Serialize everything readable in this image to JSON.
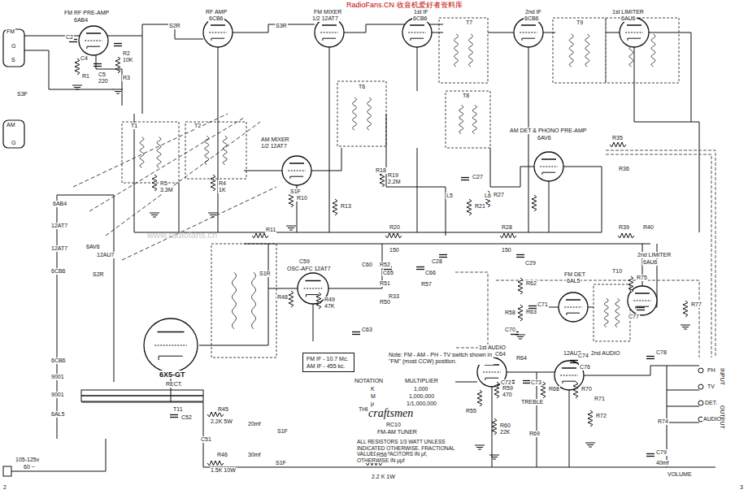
{
  "diagram": {
    "nodes": [
      {
        "text": [
          "FM IF - 10.7 Mc.",
          "AM IF - 455 kc."
        ]
      }
    ],
    "labels": [
      "RadioFans.CN 收音机爱好者资料库",
      "www.radiofans.cn",
      "FM RF PRE-AMP",
      "6AB4",
      "RF AMP",
      "6CB6",
      "FM MIXER",
      "1/2 12AT7",
      "1st IF",
      "6CB6",
      "2nd IF",
      "6CB6",
      "1st LIMITER",
      "6AU6",
      "T7",
      "T9",
      "T6",
      "T8",
      "T1",
      "T2",
      "AM MIXER",
      "1/2 12AT7",
      "AM DET & PHONO PRE-AMP",
      "6AV6",
      "FM",
      "G",
      "S",
      "AM",
      "G",
      "2nd LIMITER",
      "6AU6",
      "FM DET",
      "6AL5",
      "T10",
      "OSC-AFC 12AT7",
      "6X5-GT",
      "RECT.",
      "6AB4",
      "12AT7",
      "12AT7",
      "6CB6",
      "6CB6",
      "9001",
      "9001",
      "6AL5",
      "6AV6",
      "12AU7",
      "1st AUDIO",
      "12AU7",
      "2nd AUDIO",
      "PH",
      "TV",
      "DET.",
      "AUDIO",
      "INPUT",
      "OUTPUT",
      "VOLUME",
      "TREBLE",
      "Note: FM - AM - PH - TV switch shown in \"FM\" (most CCW) position.",
      "NOTATION",
      "MULTIPLIER",
      "K",
      "M",
      "μ",
      "1,000",
      "1,000,000",
      "1/1,000,000",
      "THE",
      "craftsmen",
      "RC10",
      "FM-AM TUNER",
      "ALL RESISTORS 1/3 WATT UNLESS INDICATED OTHERWISE. FRACTIONAL VALUED CAPACITORS IN μf, OTHERWISE IN μμf",
      "105-125v",
      "60 ~",
      "R45",
      "2.2K 5W",
      "R46",
      "1.5K 10W",
      "R56",
      "2.2 K 1W",
      "C51",
      "20mf",
      "30mf",
      "T11",
      "C52",
      "S2R",
      "S3R",
      "S1F",
      "S1R",
      "S1F",
      "S1F",
      "S3F",
      "S2R",
      "C2",
      "R2",
      "10K",
      "R1",
      "C4",
      "C5",
      "220",
      "R3",
      "R5",
      "3.3M",
      "R4",
      "1K",
      "R10",
      "R11",
      "R13",
      "R18",
      "R19",
      "2.2M",
      "R20",
      "150",
      "R28",
      "150",
      "R39",
      "R40",
      "R35",
      "R36",
      "R21",
      "R27",
      "R33",
      "R57",
      "R51",
      "R52",
      "R50",
      "R49",
      "47K",
      "R48",
      "C59",
      "C60",
      "C63",
      "R55",
      "R59",
      "470",
      "R60",
      "22K",
      "C64",
      "R64",
      "C72",
      "C73",
      "R68",
      "R69",
      "C74",
      "C76",
      "R70",
      "R71",
      "R72",
      "R74",
      "C78",
      "C79",
      "40mf",
      "R62",
      "R63",
      "R58",
      "C70",
      "C71",
      "R75",
      "R77",
      "C77",
      "L5",
      "L6",
      "C27",
      "C29",
      "C28",
      "C65",
      "C66",
      "2",
      "3"
    ]
  }
}
